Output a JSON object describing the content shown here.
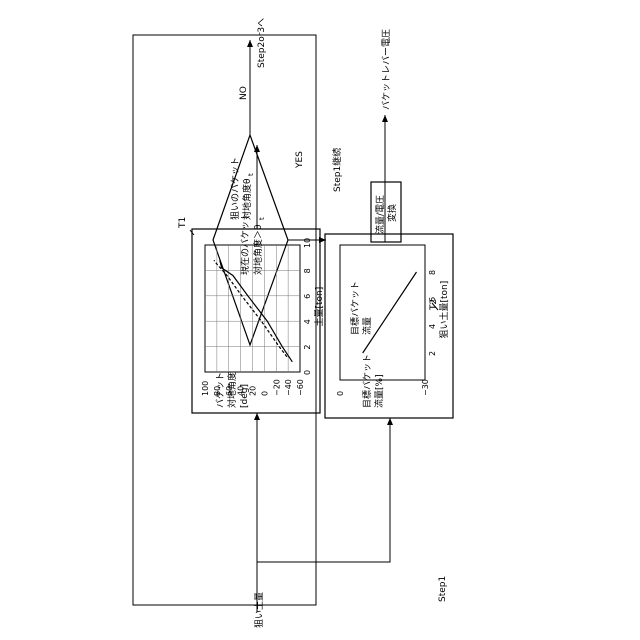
{
  "labels": {
    "input_soil": "狙い土量",
    "target_angle": [
      "狙いのバケット",
      "対地角度θ",
      "t"
    ],
    "current_angle_cond": [
      "現在のバケット",
      "対地角度＞θ",
      "t"
    ],
    "yes": "YES",
    "no": "NO",
    "step_next": "Step2or3へ",
    "step1_continue": "Step1継続",
    "target_bucket_flow": [
      "目標バケット",
      "流量"
    ],
    "flow_voltage": [
      "流量/電圧",
      "変換"
    ],
    "lever_voltage": "バケットレバー電圧",
    "step1": "Step1",
    "t1": "T1",
    "t2": "T2"
  },
  "chart_data": [
    {
      "type": "line",
      "ylabel": [
        "バケット",
        "対地角度",
        "[deg]"
      ],
      "xlabel": "土量[ton]",
      "xticks": [
        "0",
        "2",
        "4",
        "6",
        "8",
        "10"
      ],
      "yticks": [
        "100",
        "80",
        "60",
        "40",
        "20",
        "0",
        "−20",
        "−40",
        "−60"
      ],
      "xlim": [
        0,
        10
      ],
      "ylim": [
        -60,
        100
      ],
      "grid": true,
      "series": [
        {
          "style": "solid",
          "x": [
            0.8,
            2,
            4,
            6,
            7.6,
            8.2,
            8.8
          ],
          "y": [
            -47,
            -30,
            -5,
            28,
            53,
            72,
            75
          ]
        },
        {
          "style": "dashed",
          "x": [
            1.2,
            2,
            4,
            6,
            7.6,
            8.5,
            8.8
          ],
          "y": [
            -38,
            -25,
            5,
            38,
            63,
            80,
            85
          ]
        }
      ]
    },
    {
      "type": "line",
      "ylabel": [
        "目標バケット",
        "流量[%]"
      ],
      "xlabel": "狙い土量[ton]",
      "xticks": [
        "2",
        "4",
        "6",
        "8"
      ],
      "yticks": [
        "0",
        "−30"
      ],
      "grid": false,
      "series": [
        {
          "style": "solid",
          "x": [
            2,
            8
          ],
          "y": [
            -8,
            -27
          ]
        }
      ]
    }
  ]
}
